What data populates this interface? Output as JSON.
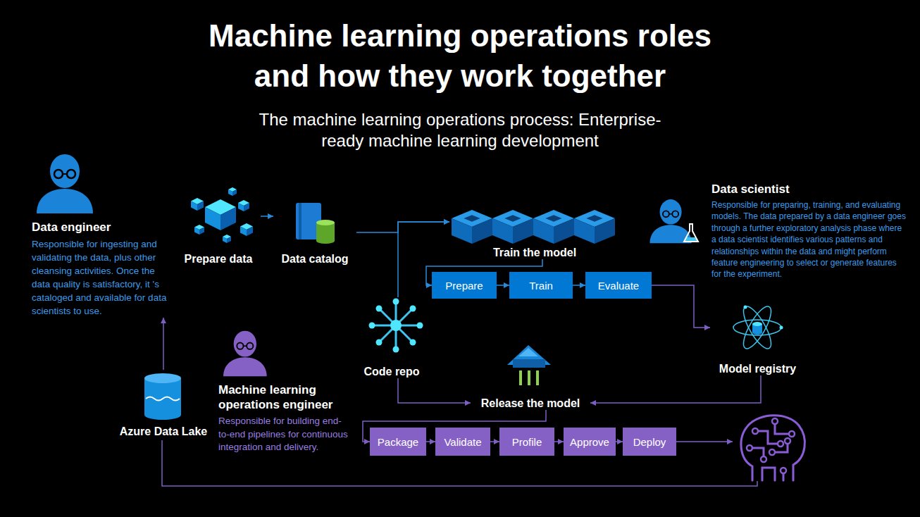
{
  "diagram": {
    "title": "Machine learning operations roles and how they work together",
    "nodes": [
      {
        "text": [
          "Data engineer",
          "Responsible for ingesting and validating the data, plus other cleansing activities. Once the data quality is satisfactory, it 's cataloged and available for data scientists to use."
        ]
      },
      {
        "text": [
          "Prepare data"
        ]
      },
      {
        "text": [
          "Data catalog"
        ]
      },
      {
        "text": [
          "Train the model"
        ]
      },
      {
        "text": [
          "Data scientist",
          "Responsible for preparing, training, and evaluating models. The data prepared by a data engineer goes through a further exploratory analysis phase where a data scientist identifies various patterns and relationships within the data and might perform feature engineering to select or generate features for the experiment."
        ]
      },
      {
        "text": [
          "Prepare"
        ]
      },
      {
        "text": [
          "Train"
        ]
      },
      {
        "text": [
          "Evaluate"
        ]
      },
      {
        "text": [
          "Code repo"
        ]
      },
      {
        "text": [
          "Model registry"
        ]
      },
      {
        "text": [
          "Azure Data Lake"
        ]
      },
      {
        "text": [
          "Machine learning operations engineer",
          "Responsible for building end-to-end pipelines for continuous integration and delivery."
        ]
      },
      {
        "text": [
          "Release the model"
        ]
      },
      {
        "text": [
          "Package"
        ]
      },
      {
        "text": [
          "Validate"
        ]
      },
      {
        "text": [
          "Profile"
        ]
      },
      {
        "text": [
          "Approve"
        ]
      },
      {
        "text": [
          "Deploy"
        ]
      }
    ],
    "edges": [
      {
        "from": 1,
        "to": 2,
        "arrow": "to"
      },
      {
        "from": 2,
        "to": 3,
        "arrow": "to"
      },
      {
        "from": 8,
        "to": 3,
        "arrow": "to"
      },
      {
        "from": 3,
        "to": 5,
        "arrow": "to"
      },
      {
        "from": 5,
        "to": 6,
        "arrow": "to"
      },
      {
        "from": 6,
        "to": 7,
        "arrow": "to"
      },
      {
        "from": 7,
        "to": 9,
        "arrow": "to"
      },
      {
        "from": 8,
        "to": 12,
        "arrow": "to"
      },
      {
        "from": 9,
        "to": 12,
        "arrow": "to"
      },
      {
        "from": 12,
        "to": 13,
        "arrow": "to"
      },
      {
        "from": 13,
        "to": 14,
        "arrow": "to"
      },
      {
        "from": 14,
        "to": 15,
        "arrow": "to"
      },
      {
        "from": 15,
        "to": 16,
        "arrow": "to"
      },
      {
        "from": 16,
        "to": 17,
        "arrow": "to"
      },
      {
        "from": 10,
        "to": 0,
        "arrow": "to"
      }
    ],
    "labels": [
      "The machine learning operations process: Enterprise-ready machine learning development"
    ]
  }
}
